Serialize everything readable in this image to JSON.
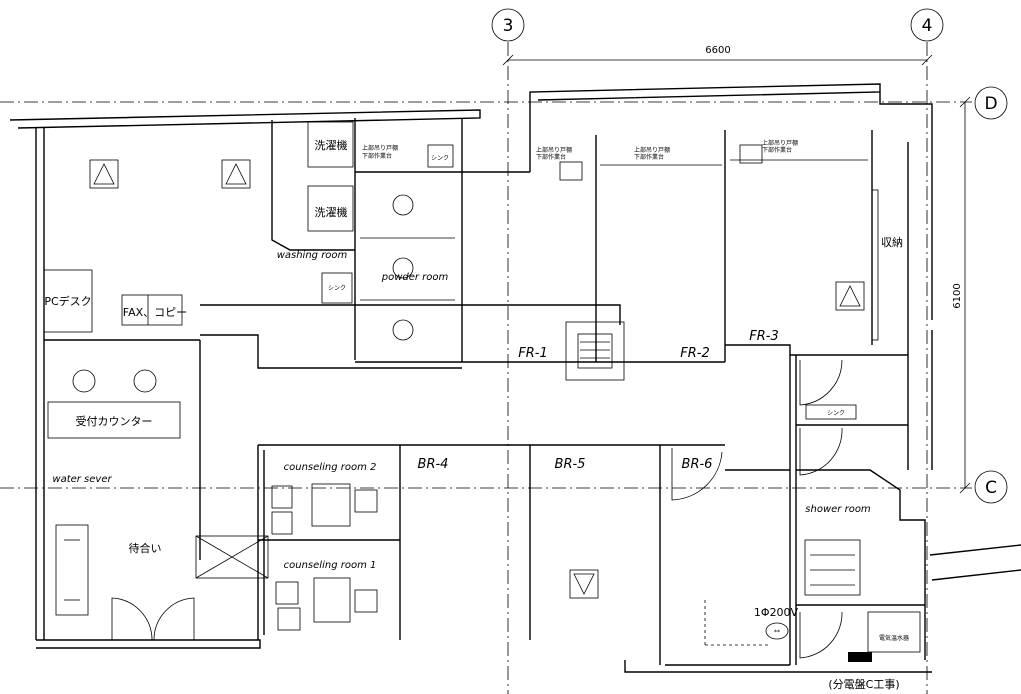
{
  "grid": {
    "col3": "3",
    "col4": "4",
    "rowD": "D",
    "rowC": "C"
  },
  "dims": {
    "horizontal": "6600",
    "vertical": "6100"
  },
  "rooms": {
    "washer1": "洗濯機",
    "washer2": "洗濯機",
    "washing_room": "washing room",
    "sink": "シンク",
    "powder_room": "powder room",
    "pc_desk": "PCデスク",
    "fax_copy": "FAX、コピー",
    "reception": "受付カウンター",
    "water_server": "water sever",
    "waiting": "待合い",
    "counseling1": "counseling room 1",
    "counseling2": "counseling room 2",
    "fr1": "FR-1",
    "fr2": "FR-2",
    "fr3": "FR-3",
    "storage": "収納",
    "br4": "BR-4",
    "br5": "BR-5",
    "br6": "BR-6",
    "sink2": "シンク",
    "shower": "shower room",
    "cabinet_note_a1": "上部吊り戸棚",
    "cabinet_note_a2": "下部作業台",
    "cabinet_note_b1": "上部吊り戸棚",
    "cabinet_note_b2": "下部作業台",
    "cabinet_note_c1": "上部吊り戸棚",
    "cabinet_note_c2": "下部作業台",
    "cabinet_note_d1": "上部吊り戸棚",
    "cabinet_note_d2": "下部作業台",
    "power": "1Φ200V",
    "power_mark": "**",
    "water_heater": "電気温水器",
    "panel_note": "(分電盤C工事)"
  }
}
